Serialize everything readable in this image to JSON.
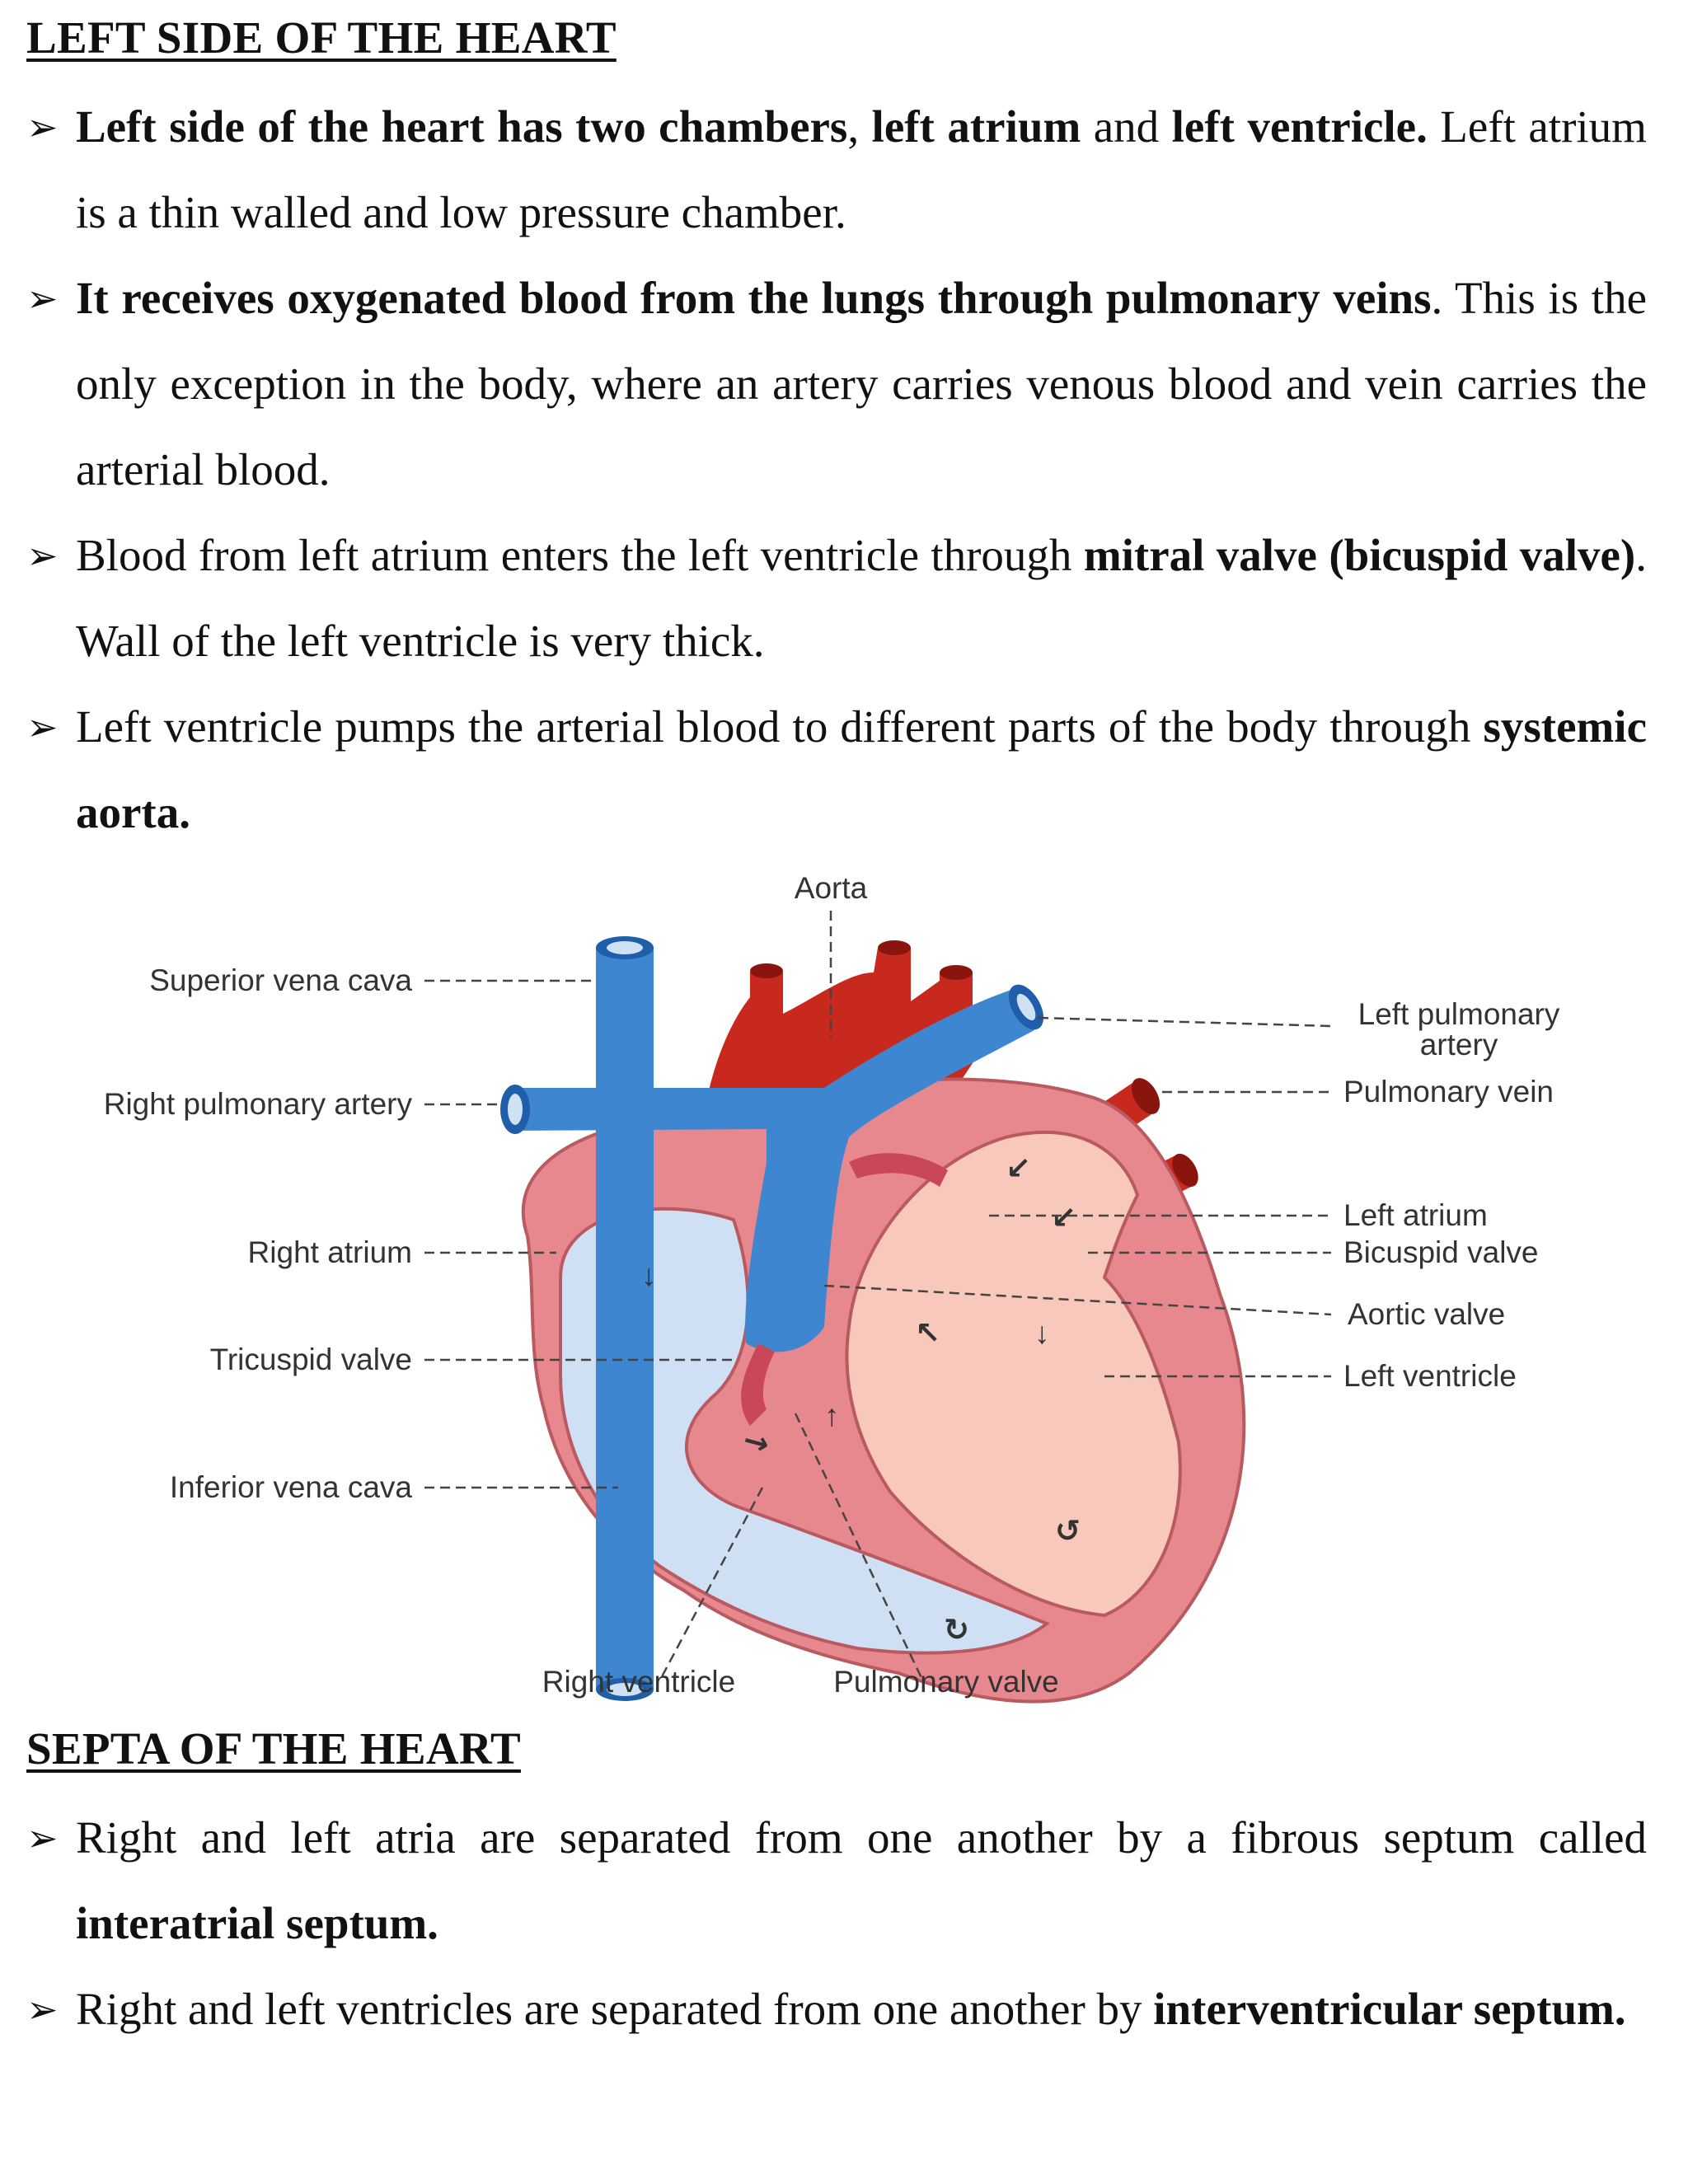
{
  "section1": {
    "heading": "LEFT SIDE OF THE HEART",
    "bullets": [
      [
        {
          "t": "Left side of the heart has two chambers",
          "b": true
        },
        {
          "t": ", ",
          "b": false
        },
        {
          "t": "left atrium",
          "b": true
        },
        {
          "t": " and ",
          "b": false
        },
        {
          "t": "left ventricle.",
          "b": true
        },
        {
          "t": " Left atrium is a thin walled and low pressure chamber.",
          "b": false
        }
      ],
      [
        {
          "t": "It receives oxygenated blood from the lungs through pulmonary veins",
          "b": true
        },
        {
          "t": ". This is the only exception in the body, where an artery carries venous blood and vein carries the arterial blood.",
          "b": false
        }
      ],
      [
        {
          "t": "Blood from left atrium enters the left ventricle through ",
          "b": false
        },
        {
          "t": "mitral valve (bicuspid valve)",
          "b": true
        },
        {
          "t": ". Wall of the left ventricle is very thick.",
          "b": false
        }
      ],
      [
        {
          "t": "Left ventricle pumps the arterial blood to different parts of the body through ",
          "b": false
        },
        {
          "t": "systemic aorta.",
          "b": true
        }
      ]
    ]
  },
  "diagram": {
    "labels": {
      "aorta": "Aorta",
      "superior_vena_cava": "Superior vena cava",
      "right_pulmonary_artery": "Right pulmonary artery",
      "right_atrium": "Right atrium",
      "tricuspid_valve": "Tricuspid valve",
      "inferior_vena_cava": "Inferior vena cava",
      "right_ventricle": "Right ventricle",
      "pulmonary_valve": "Pulmonary valve",
      "left_pulmonary_artery_1": "Left pulmonary",
      "left_pulmonary_artery_2": "artery",
      "pulmonary_vein": "Pulmonary vein",
      "left_atrium": "Left atrium",
      "bicuspid_valve": "Bicuspid valve",
      "aortic_valve": "Aortic valve",
      "left_ventricle": "Left ventricle"
    },
    "colors": {
      "vein_blue": "#3f86d1",
      "artery_red": "#c8291f",
      "heart_wall": "#e7888e",
      "left_chamber": "#f8c8bc",
      "right_chamber": "#cfdff4"
    }
  },
  "section2": {
    "heading": "SEPTA OF THE HEART",
    "bullets": [
      [
        {
          "t": "Right and left atria are separated from one another by a fibrous septum called ",
          "b": false
        },
        {
          "t": "interatrial septum.",
          "b": true
        }
      ],
      [
        {
          "t": "Right and left ventricles are separated from one another by ",
          "b": false
        },
        {
          "t": "interventricular septum.",
          "b": true
        }
      ]
    ]
  }
}
